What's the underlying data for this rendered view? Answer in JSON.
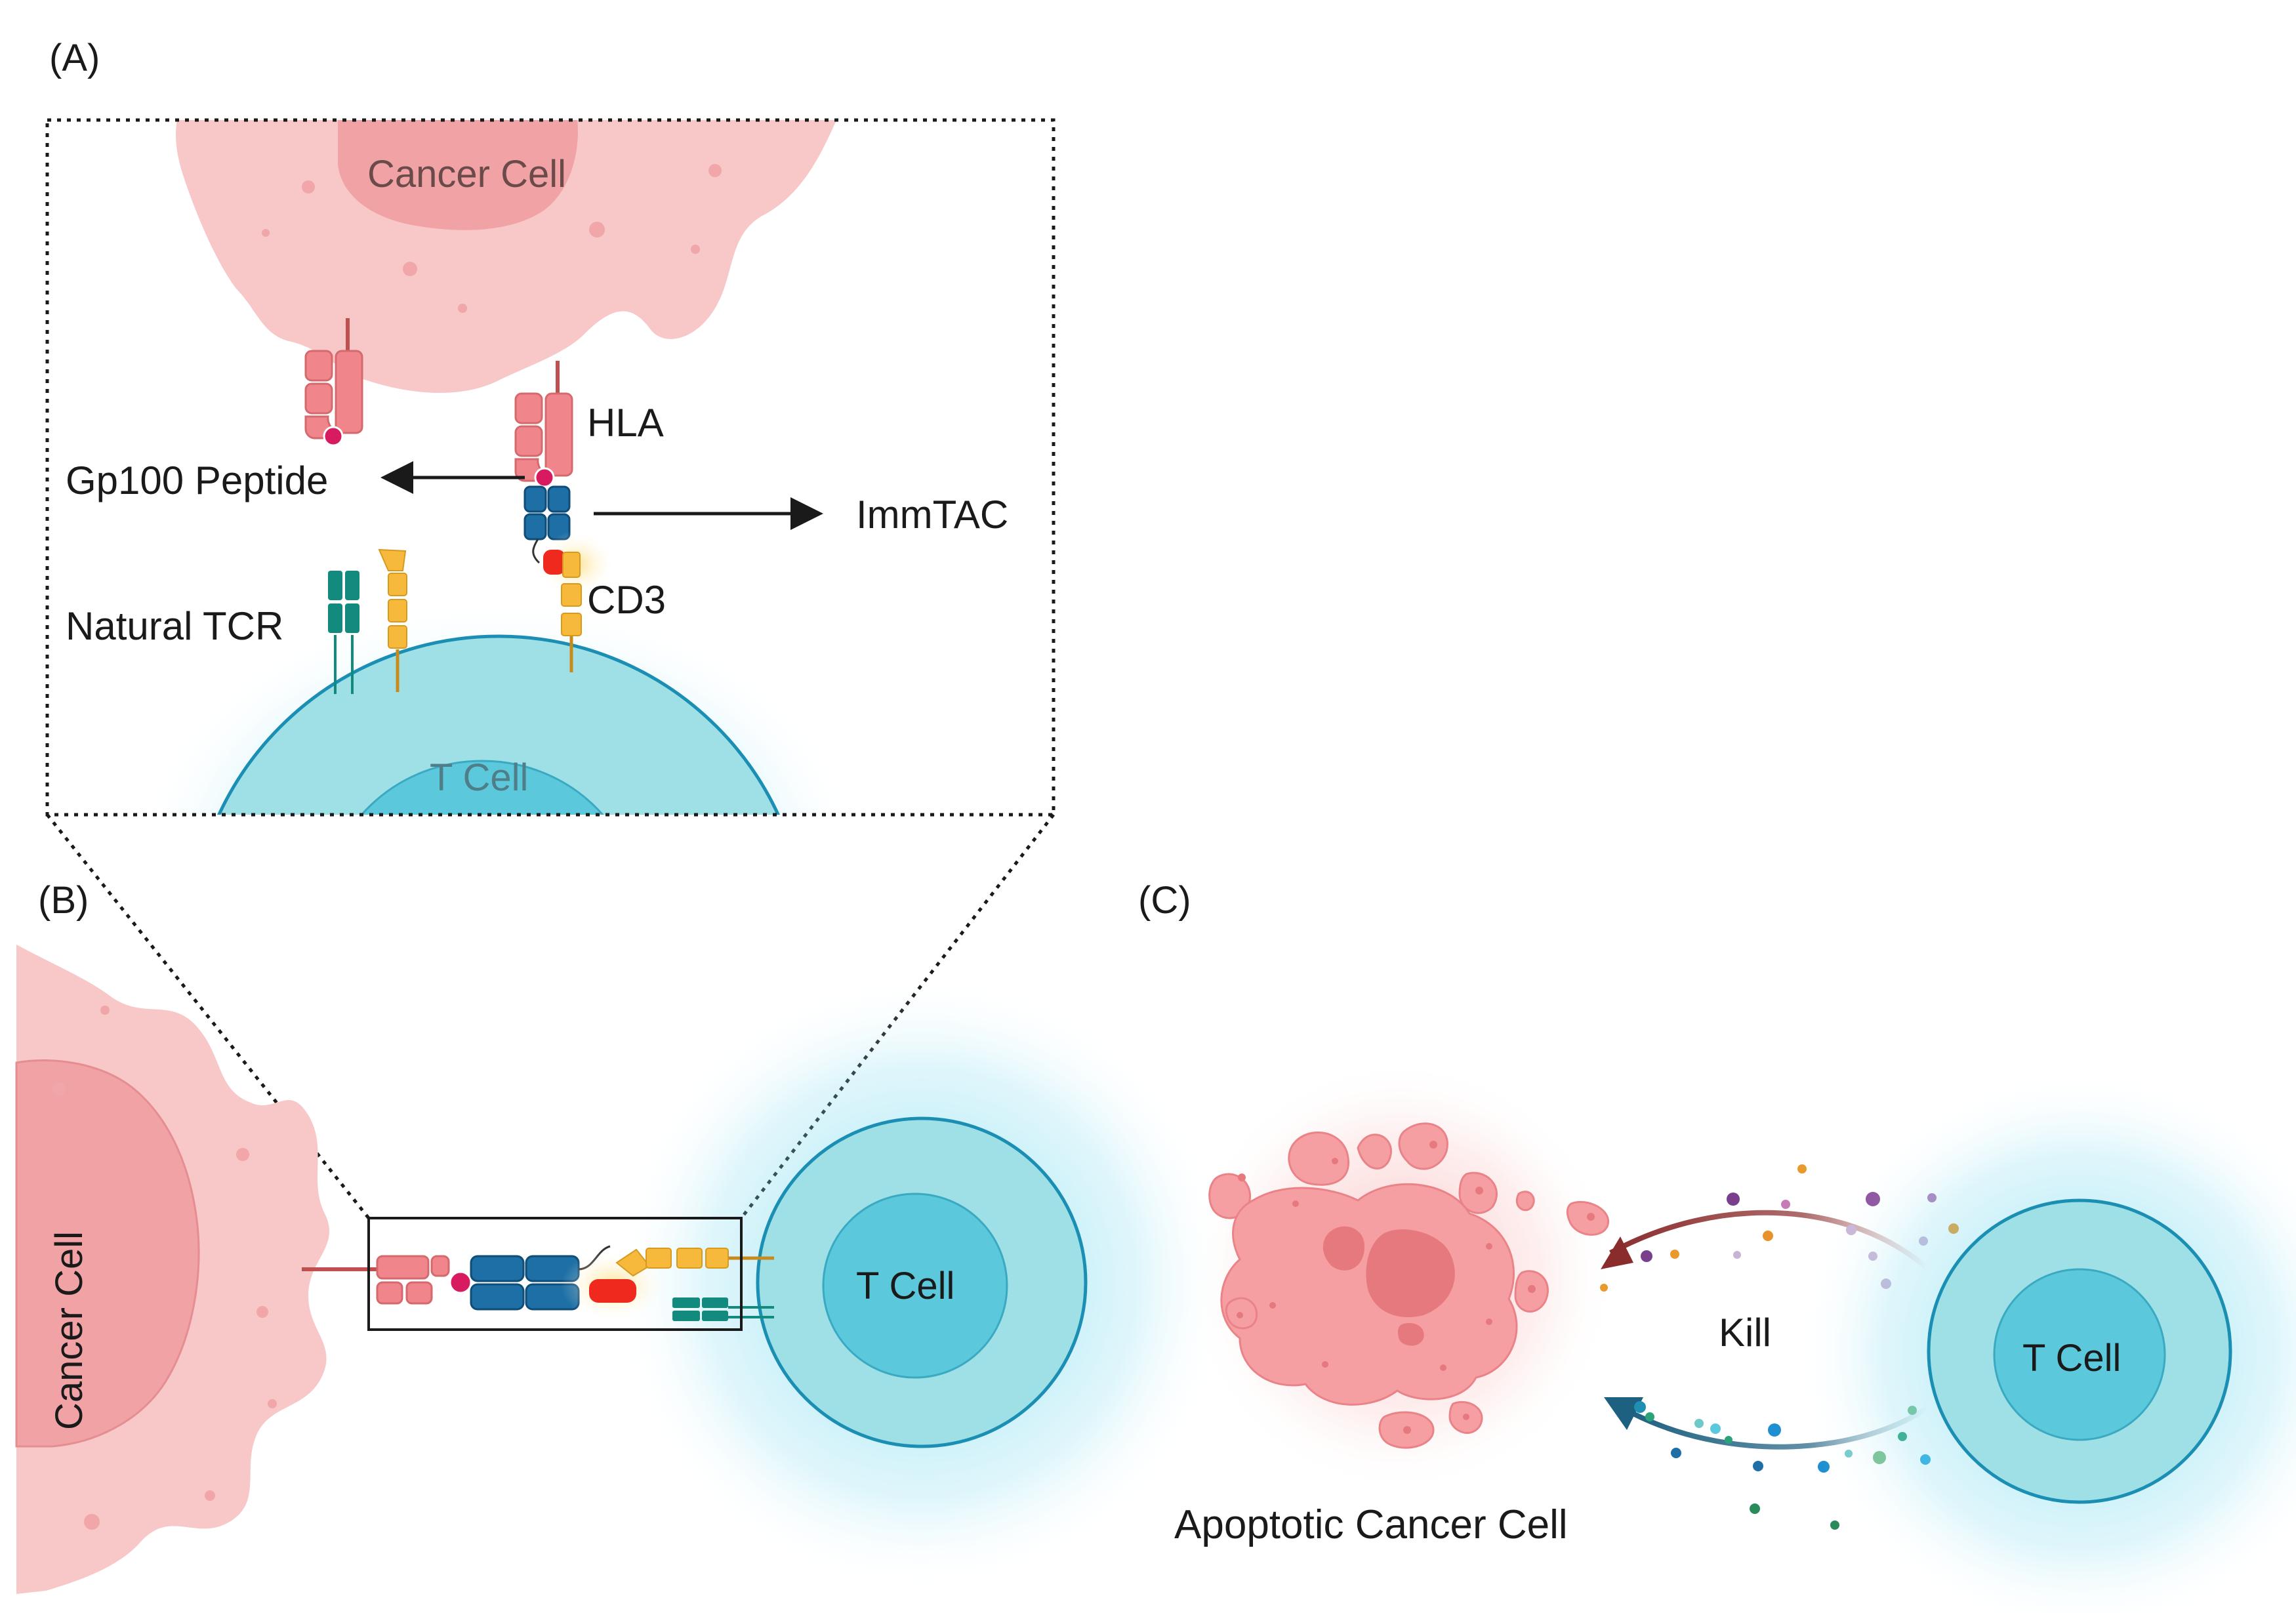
{
  "panels": {
    "a": "(A)",
    "b": "(B)",
    "c": "(C)"
  },
  "panel_a": {
    "cancer_cell": "Cancer Cell",
    "t_cell": "T Cell",
    "hla": "HLA",
    "peptide": "Gp100 Peptide",
    "immtac": "ImmTAC",
    "cd3": "CD3",
    "natural_tcr": "Natural TCR"
  },
  "panel_b": {
    "cancer_cell": "Cancer Cell",
    "t_cell": "T Cell"
  },
  "panel_c": {
    "apoptotic_cell": "Apoptotic Cancer Cell",
    "kill": "Kill",
    "t_cell": "T Cell"
  },
  "colors": {
    "cancer_membrane": "#f8c7c7",
    "cancer_nucleus": "#f0a2a5",
    "hla": "#f0868b",
    "peptide": "#d81b60",
    "immtac_blue": "#1d6fa5",
    "cd3_yellow": "#f6b93b",
    "effector_red": "#f0291f",
    "natural_tcr": "#138a7e",
    "t_cell_outer": "#9ee0e6",
    "t_cell_inner": "#5cc8db",
    "kill_arrow_red": "#8b2c2c",
    "kill_arrow_blue": "#1e6080"
  }
}
